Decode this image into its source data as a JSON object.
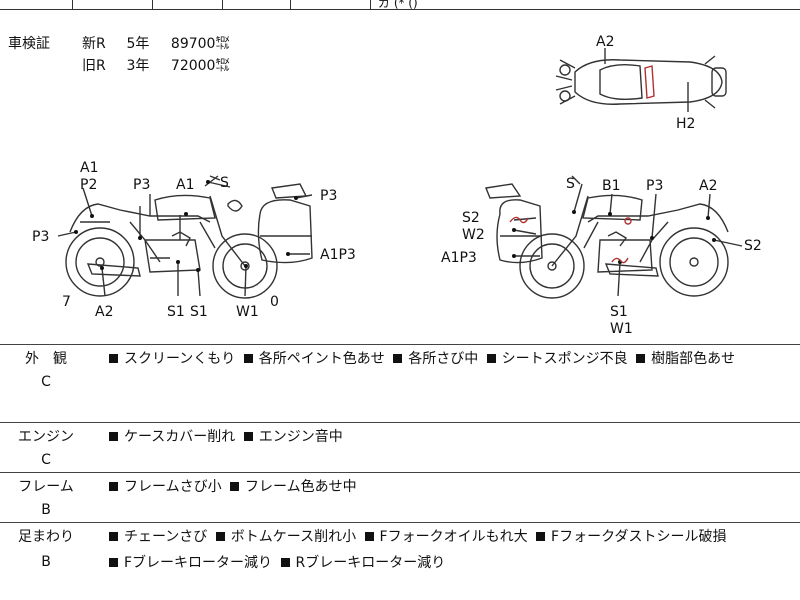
{
  "top_fragment": "ガ (* ()",
  "inspection": {
    "label": "車検証",
    "rows": [
      {
        "type": "新R",
        "years": "5年",
        "distance": "89700㌖"
      },
      {
        "type": "旧R",
        "years": "3年",
        "distance": "72000㌖"
      }
    ]
  },
  "diagram": {
    "top_view": {
      "a2": "A2",
      "h2": "H2"
    },
    "left_side": {
      "a1_top": "A1",
      "p2": "P2",
      "p3_mid": "P3",
      "a1_tank": "A1",
      "s_mirror": "S",
      "p3_case": "P3",
      "p3_rear": "P3",
      "a1p3": "A1P3",
      "seven": "7",
      "a2": "A2",
      "s1_a": "S1",
      "s1_b": "S1",
      "w1": "W1",
      "zero": "0"
    },
    "right_side": {
      "s_mirror": "S",
      "b1": "B1",
      "p3": "P3",
      "a2": "A2",
      "s2_case": "S2",
      "w2": "W2",
      "a1p3": "A1P3",
      "s2_rear": "S2",
      "s1": "S1",
      "w1": "W1"
    }
  },
  "sections": [
    {
      "label": "外　観",
      "grade": "C",
      "items": [
        "スクリーンくもり",
        "各所ペイント色あせ",
        "各所さび中",
        "シートスポンジ不良",
        "樹脂部色あせ"
      ]
    },
    {
      "label": "エンジン",
      "grade": "C",
      "items": [
        "ケースカバー削れ",
        "エンジン音中"
      ]
    },
    {
      "label": "フレーム",
      "grade": "B",
      "items": [
        "フレームさび小",
        "フレーム色あせ中"
      ]
    },
    {
      "label": "足まわり",
      "grade": "B",
      "items": [
        "チェーンさび",
        "ボトムケース削れ小",
        "Fフォークオイルもれ大",
        "Fフォークダストシール破損",
        "Fブレーキローター減り",
        "Rブレーキローター減り"
      ]
    }
  ]
}
